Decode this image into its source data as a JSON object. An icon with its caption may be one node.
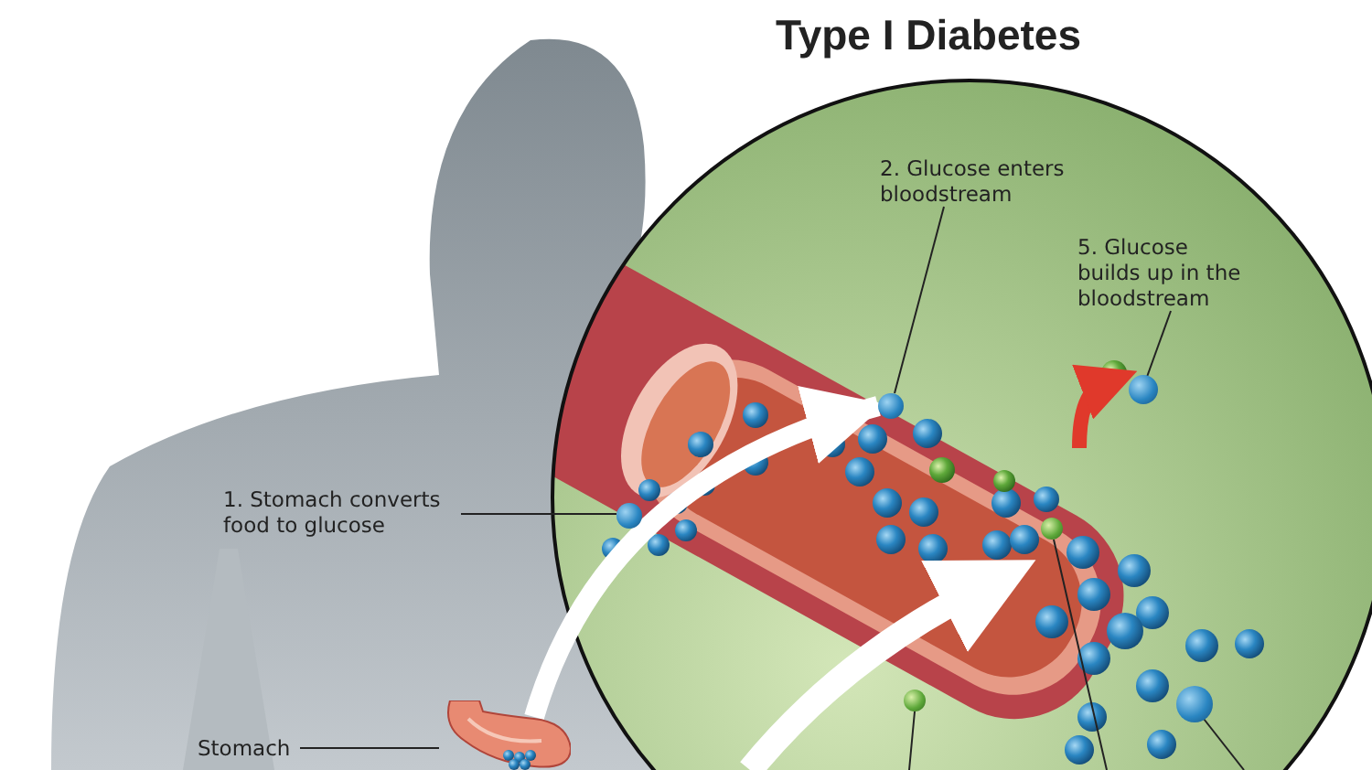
{
  "diagram": {
    "title": "Type I Diabetes",
    "nodes": [
      {
        "text": [
          "1. Stomach converts food to glucose"
        ]
      },
      {
        "text": [],
        "shape": "circle"
      },
      {
        "text": [
          "2. Glucose enters bloodstream"
        ]
      },
      {
        "text": [],
        "shape": "circle"
      },
      {
        "text": [
          "5. Glucose builds up in the bloodstream"
        ]
      },
      {
        "text": [],
        "shape": "circle"
      },
      {
        "text": [
          "Stomach"
        ]
      },
      {
        "text": [],
        "shape": "picture"
      },
      {
        "text": [],
        "shape": "circle"
      },
      {
        "text": [],
        "shape": "circle"
      },
      {
        "text": [],
        "shape": "circle"
      }
    ],
    "edges": [
      {
        "from": 0,
        "to": 1,
        "arrow": "none"
      },
      {
        "from": 2,
        "to": 3,
        "arrow": "none"
      },
      {
        "from": 4,
        "to": 5,
        "arrow": "none"
      },
      {
        "from": 6,
        "to": 7,
        "arrow": "none"
      },
      {
        "from": null,
        "to": 8,
        "arrow": "none"
      },
      {
        "from": null,
        "to": 9,
        "arrow": "none"
      },
      {
        "from": null,
        "to": 10,
        "arrow": "none"
      },
      {
        "from": 7,
        "to": 3,
        "arrow": "to",
        "style": "thick",
        "color": "#ffffff"
      }
    ]
  }
}
